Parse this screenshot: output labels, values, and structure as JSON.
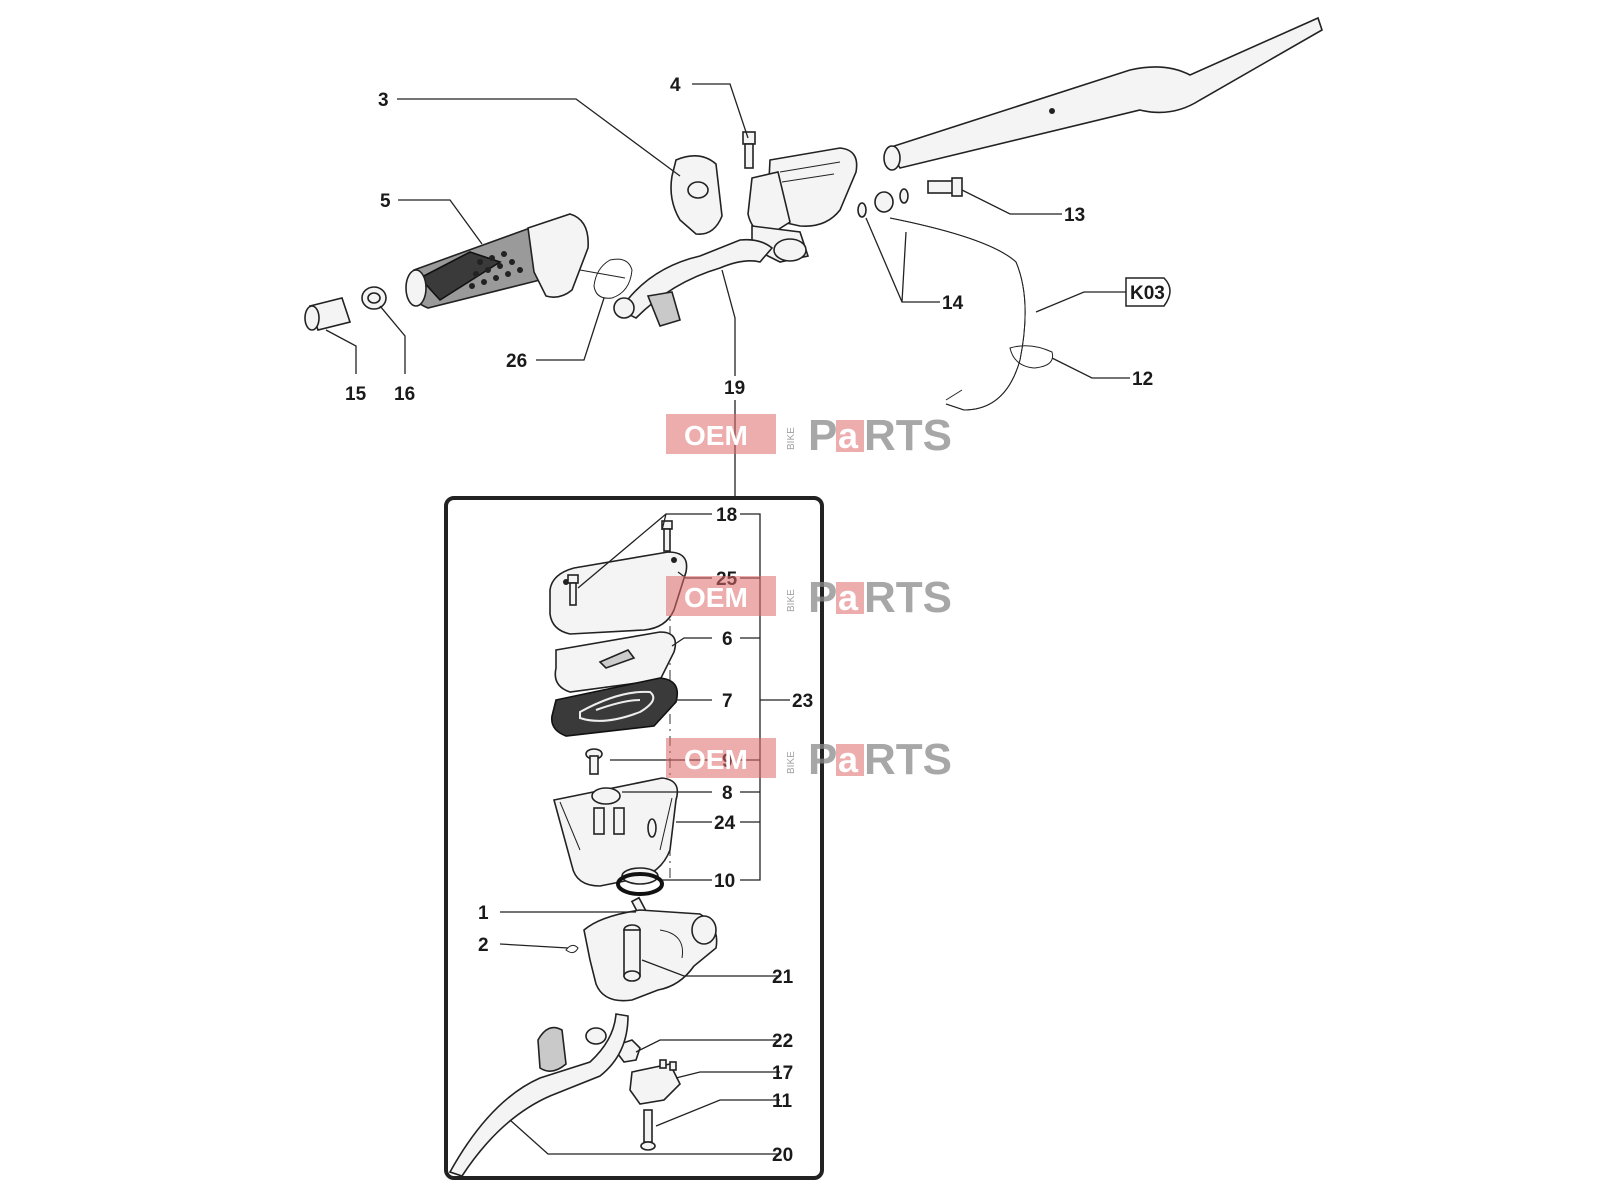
{
  "diagram": {
    "callouts": {
      "c1": "1",
      "c2": "2",
      "c3": "3",
      "c4": "4",
      "c5": "5",
      "c6": "6",
      "c7": "7",
      "c8": "8",
      "c9": "9",
      "c10": "10",
      "c11": "11",
      "c12": "12",
      "c13": "13",
      "c14": "14",
      "c15": "15",
      "c16": "16",
      "c17": "17",
      "c18": "18",
      "c19": "19",
      "c20": "20",
      "c21": "21",
      "c22": "22",
      "c23": "23",
      "c24": "24",
      "c25": "25",
      "c26": "26"
    },
    "reference_tag": "K03"
  },
  "watermark": {
    "brand_left": "OEM",
    "brand_small": "BIKE",
    "brand_right_p": "P",
    "brand_right_a": "a",
    "brand_right_rest": "RTS",
    "accent_color": "#e06a6a"
  }
}
